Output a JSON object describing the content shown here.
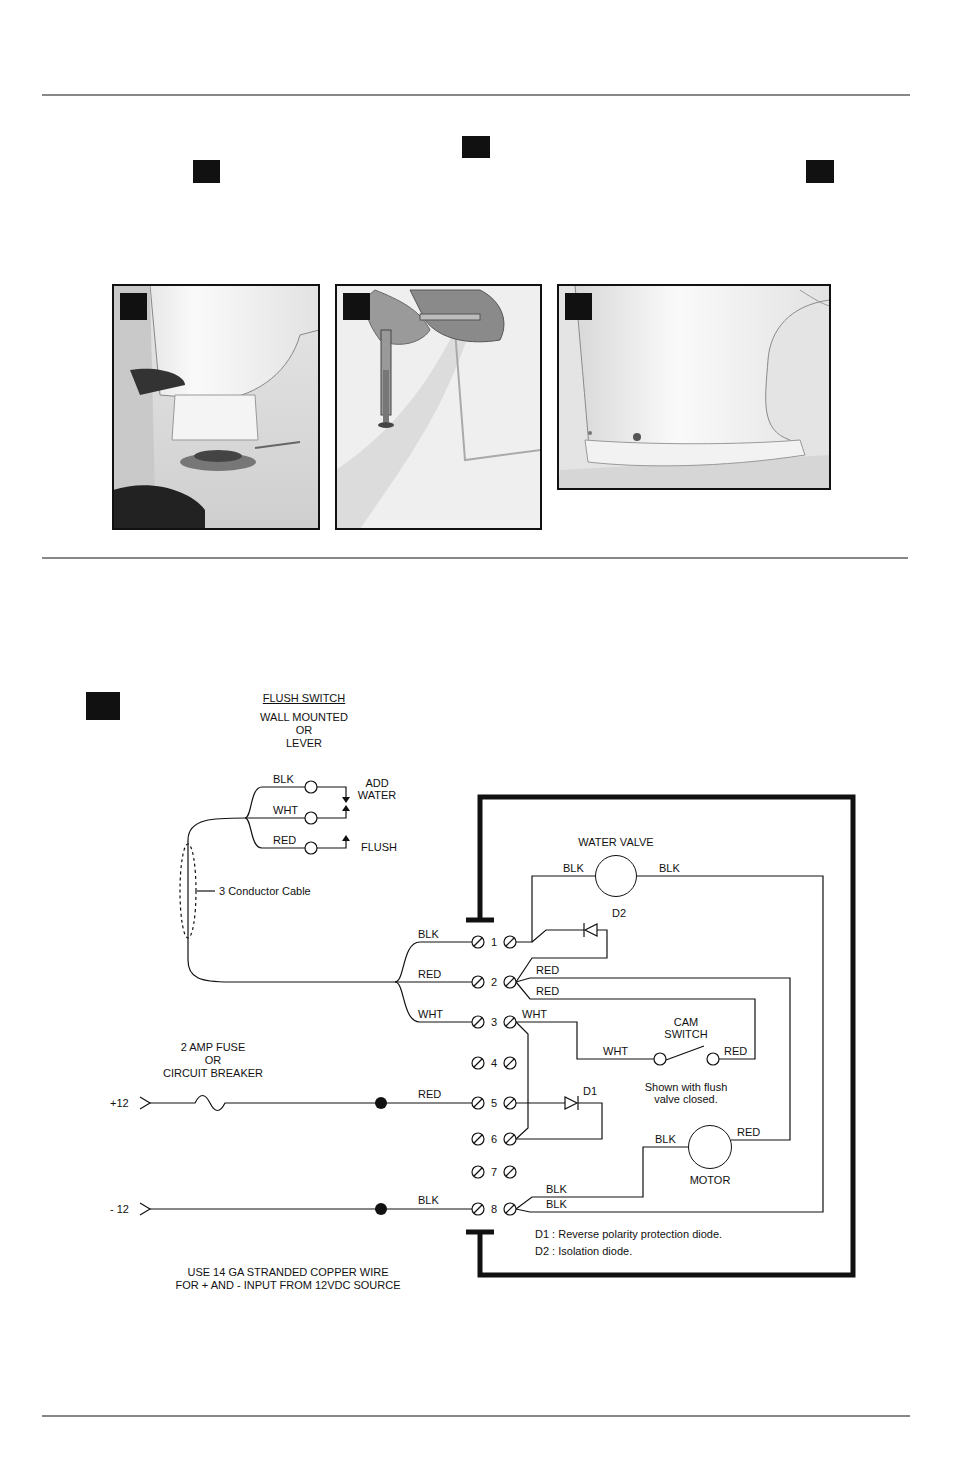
{
  "diagram": {
    "nodes": [
      {
        "text": [
          "WATER VALVE"
        ]
      },
      {
        "text": [
          "MOTOR"
        ]
      }
    ],
    "labels": [
      "FLUSH SWITCH",
      "WALL MOUNTED",
      "OR",
      "LEVER",
      "BLK",
      "ADD WATER",
      "WHT",
      "RED",
      "FLUSH",
      "3 Conductor Cable",
      "BLK",
      "BLK",
      "D2",
      "BLK",
      "1",
      "RED",
      "2",
      "RED",
      "RED",
      "WHT",
      "3",
      "WHT",
      "CAM SWITCH",
      "WHT",
      "RED",
      "2 AMP FUSE",
      "OR",
      "CIRCUIT BREAKER",
      "4",
      "Shown with flush valve closed.",
      "+12",
      "RED",
      "5",
      "D1",
      "6",
      "BLK",
      "RED",
      "7",
      "BLK",
      "BLK",
      "- 12",
      "BLK",
      "8",
      "D1 :  Reverse polarity protection diode.",
      "D2 :  Isolation diode.",
      "USE 14 GA STRANDED COPPER WIRE",
      "FOR + AND - INPUT FROM 12VDC SOURCE"
    ]
  }
}
